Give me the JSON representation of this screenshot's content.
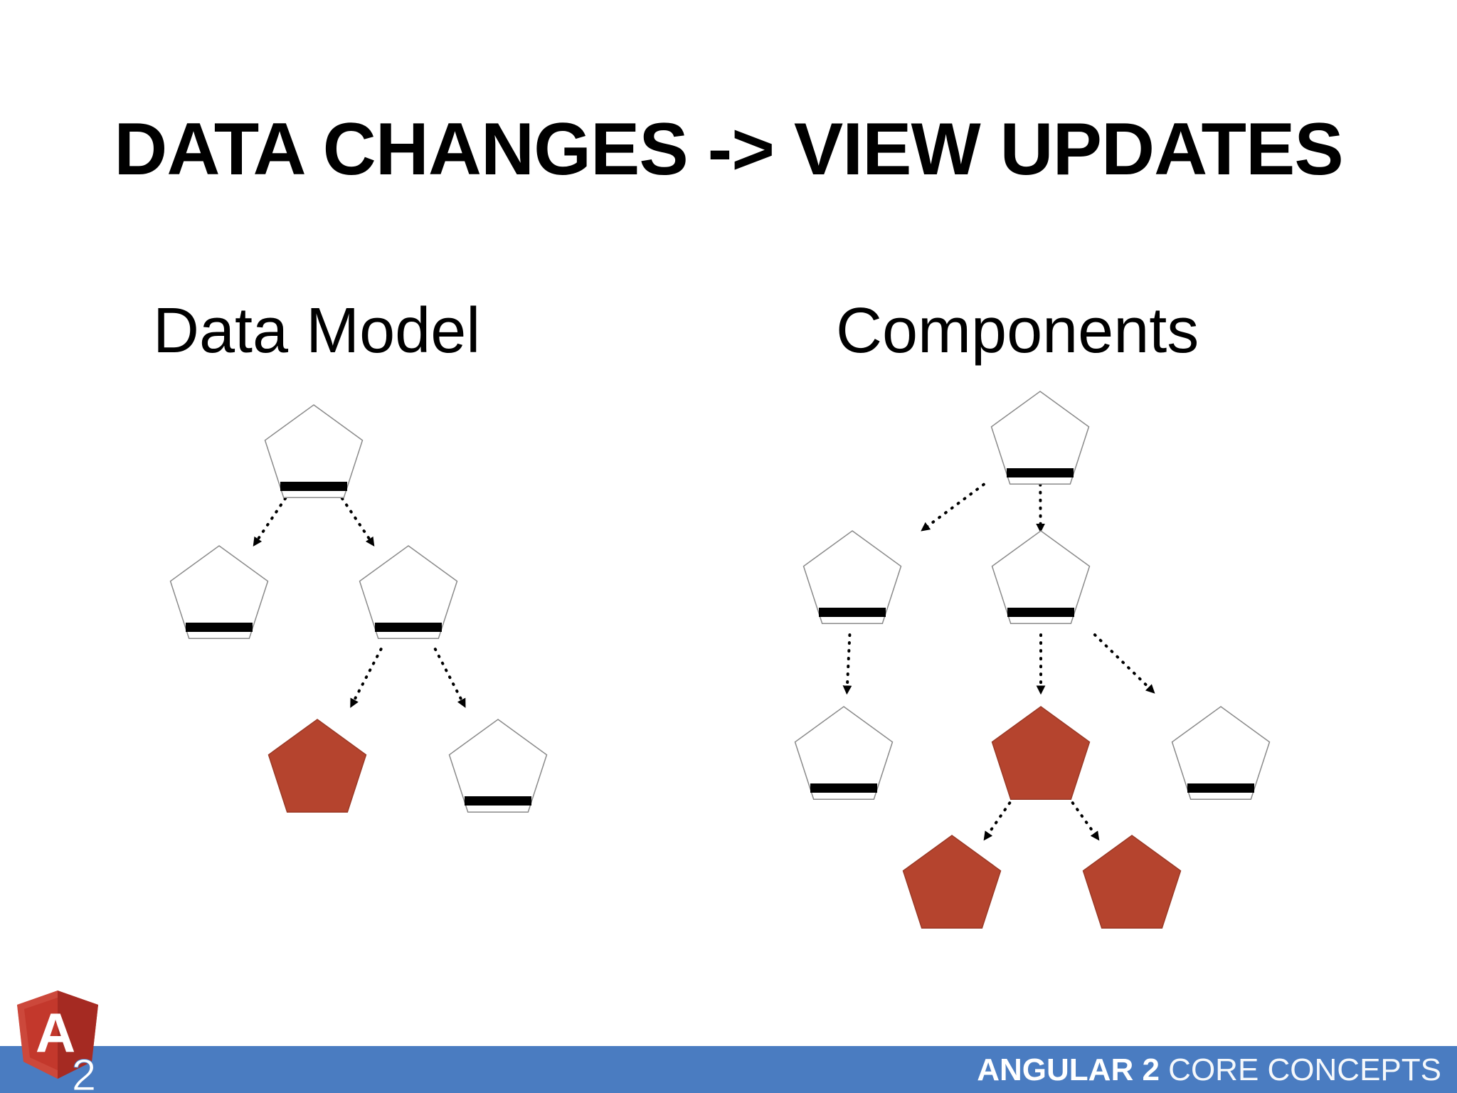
{
  "slide": {
    "title": "DATA CHANGES -> VIEW UPDATES",
    "left_heading": "Data Model",
    "right_heading": "Components"
  },
  "footer": {
    "bold_text": "ANGULAR 2",
    "light_text": "CORE CONCEPTS"
  },
  "logo": {
    "letter": "A",
    "number": "2"
  },
  "colors": {
    "changed_node": "#b5442e",
    "unchanged_node": "#ffffff",
    "footer_bar": "#4a7cc1",
    "logo_red": "#c3382c"
  },
  "diagrams": {
    "data_model": {
      "nodes": [
        {
          "id": "root",
          "changed": false
        },
        {
          "id": "left",
          "changed": false
        },
        {
          "id": "right",
          "changed": false
        },
        {
          "id": "right-left",
          "changed": true
        },
        {
          "id": "right-right",
          "changed": false
        }
      ],
      "edges": [
        [
          "root",
          "left"
        ],
        [
          "root",
          "right"
        ],
        [
          "right",
          "right-left"
        ],
        [
          "right",
          "right-right"
        ]
      ]
    },
    "components": {
      "nodes": [
        {
          "id": "root",
          "changed": false
        },
        {
          "id": "left",
          "changed": false
        },
        {
          "id": "right",
          "changed": false
        },
        {
          "id": "left-child",
          "changed": false
        },
        {
          "id": "right-left",
          "changed": true
        },
        {
          "id": "right-right",
          "changed": false
        },
        {
          "id": "rl-left",
          "changed": true
        },
        {
          "id": "rl-right",
          "changed": true
        }
      ],
      "edges": [
        [
          "root",
          "left"
        ],
        [
          "root",
          "right"
        ],
        [
          "left",
          "left-child"
        ],
        [
          "right",
          "right-left"
        ],
        [
          "right",
          "right-right"
        ],
        [
          "right-left",
          "rl-left"
        ],
        [
          "right-left",
          "rl-right"
        ]
      ]
    }
  }
}
